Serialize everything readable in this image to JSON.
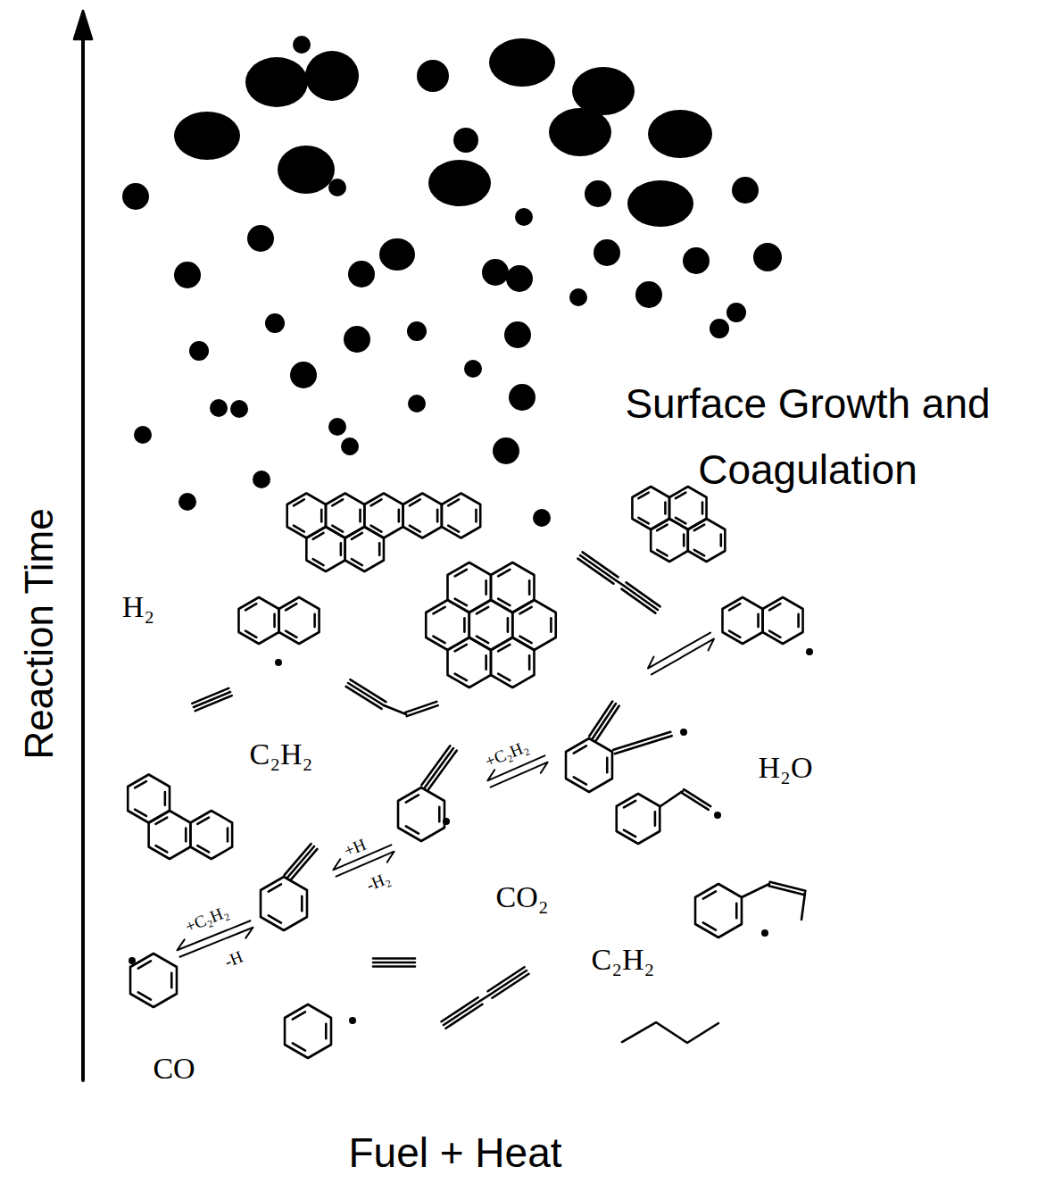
{
  "diagram": {
    "labels": [
      "Reaction Time",
      "Fuel + Heat",
      "Surface Growth and Coagulation",
      "H₂",
      "C₂H₂",
      "H₂O",
      "CO₂",
      "C₂H₂",
      "CO",
      "+C₂H₂",
      "-H",
      "+H",
      "-H₂",
      "+C₂H₂"
    ]
  }
}
